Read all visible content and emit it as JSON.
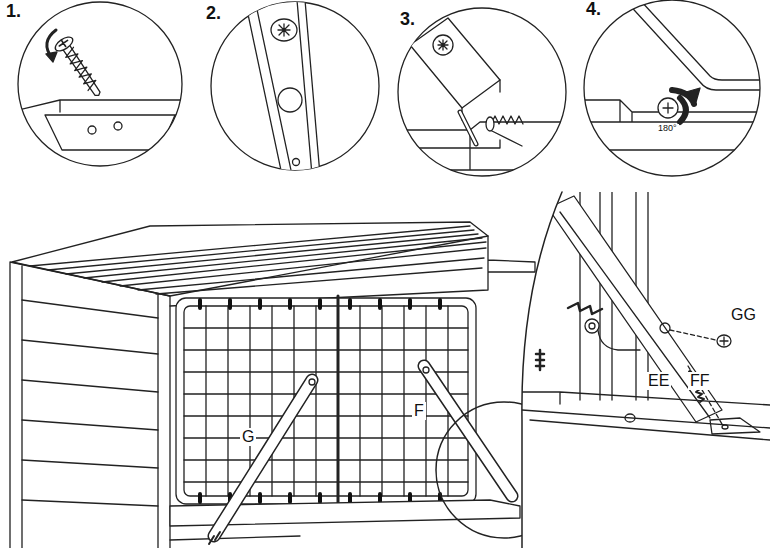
{
  "diagram": {
    "labels": [
      "1.",
      "2.",
      "3.",
      "4.",
      "180°",
      "G",
      "F",
      "GG",
      "EE",
      "FF"
    ]
  }
}
